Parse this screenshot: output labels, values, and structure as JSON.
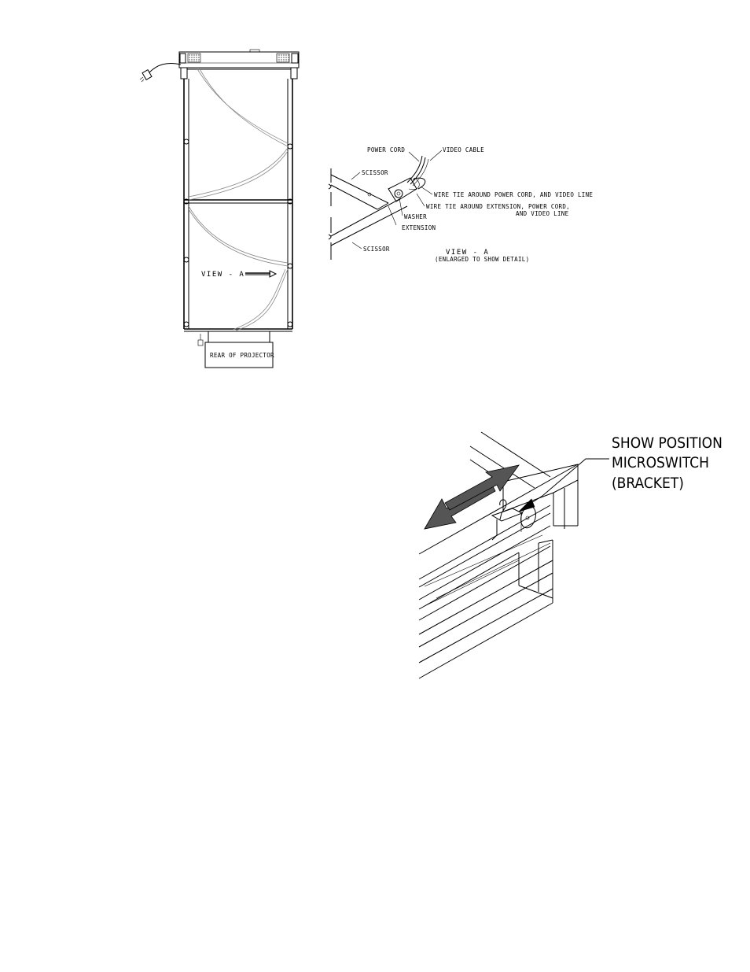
{
  "figure_top": {
    "labels": {
      "view_a_arrow": "VIEW  -  A",
      "rear_of_projector": "REAR OF PROJECTOR"
    }
  },
  "figure_detail": {
    "labels": {
      "power_cord": "POWER CORD",
      "video_cable": "VIDEO CABLE",
      "scissor_top": "SCISSOR",
      "wire_tie_1": "WIRE TIE AROUND POWER CORD, AND VIDEO LINE",
      "wire_tie_2_line1": "WIRE TIE AROUND EXTENSION, POWER CORD,",
      "wire_tie_2_line2": "AND VIDEO LINE",
      "washer": "WASHER",
      "extension": "EXTENSION",
      "scissor_bottom": "SCISSOR",
      "view_title": "VIEW  -  A",
      "view_subtitle": "(ENLARGED TO SHOW DETAIL)"
    }
  },
  "figure_bottom": {
    "labels": {
      "line1": "SHOW POSITION",
      "line2": "MICROSWITCH",
      "line3": "(BRACKET)"
    }
  }
}
